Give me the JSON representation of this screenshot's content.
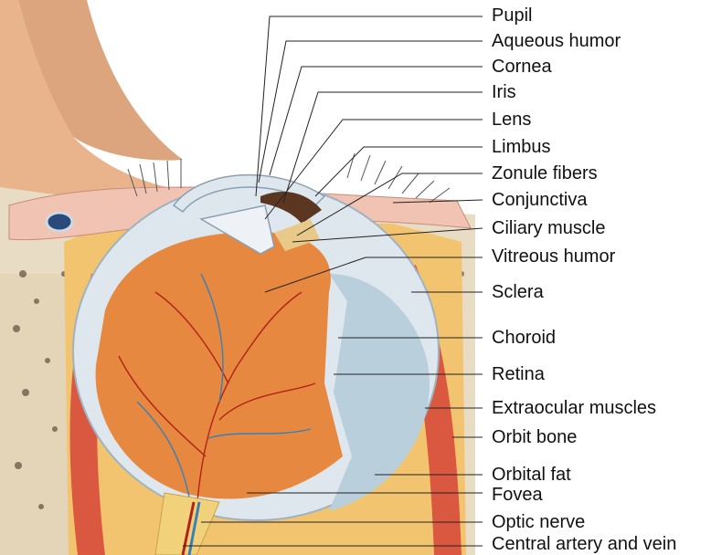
{
  "figure": {
    "labels": [
      {
        "id": "pupil",
        "text": "Pupil"
      },
      {
        "id": "aqueous-humor",
        "text": "Aqueous humor"
      },
      {
        "id": "cornea",
        "text": "Cornea"
      },
      {
        "id": "iris",
        "text": "Iris"
      },
      {
        "id": "lens",
        "text": "Lens"
      },
      {
        "id": "limbus",
        "text": "Limbus"
      },
      {
        "id": "zonule-fibers",
        "text": "Zonule fibers"
      },
      {
        "id": "conjunctiva",
        "text": "Conjunctiva"
      },
      {
        "id": "ciliary-muscle",
        "text": "Ciliary muscle"
      },
      {
        "id": "vitreous-humor",
        "text": "Vitreous humor"
      },
      {
        "id": "sclera",
        "text": "Sclera"
      },
      {
        "id": "choroid",
        "text": "Choroid"
      },
      {
        "id": "retina",
        "text": "Retina"
      },
      {
        "id": "extraocular-muscles",
        "text": "Extraocular muscles"
      },
      {
        "id": "orbit-bone",
        "text": "Orbit bone"
      },
      {
        "id": "orbital-fat",
        "text": "Orbital fat"
      },
      {
        "id": "fovea",
        "text": "Fovea"
      },
      {
        "id": "optic-nerve",
        "text": "Optic nerve"
      },
      {
        "id": "central-artery-and-vein",
        "text": "Central artery and vein"
      }
    ]
  },
  "colors": {
    "bone": "#e9dcc4",
    "fat": "#f3c46f",
    "muscle": "#d9583f",
    "eyeball": "#e6883f",
    "sclera": "#dfe7ee",
    "vitreous": "#b9cfdc",
    "vessel_red": "#b32118",
    "vessel_blue": "#3a7fb8",
    "skin": "#e9b48c",
    "iris": "#5b3722",
    "leader": "#222222"
  }
}
